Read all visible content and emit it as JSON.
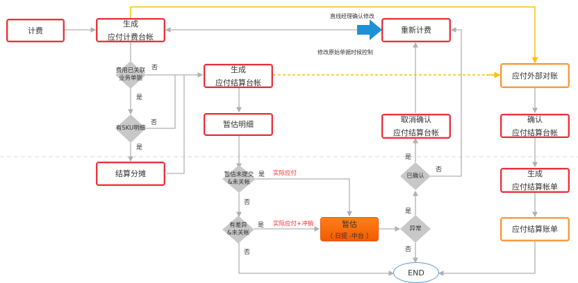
{
  "nodes": {
    "billing": "计费",
    "gen_payable_ledger": [
      "生成",
      "应付计费台帐"
    ],
    "rebill": "重新计费",
    "gen_settle_ledger": [
      "生成",
      "应付结算台帐"
    ],
    "external_reconcile": "应付外部对账",
    "estimate_detail": "暂估明细",
    "cancel_confirm": [
      "取消确认",
      "应付结算台帐"
    ],
    "confirm_ledger": [
      "确认",
      "应付结算台帐"
    ],
    "settle_allocation": "结算分摊",
    "gen_settle_bill": [
      "生成",
      "应付结算帐单"
    ],
    "settle_bill": "应付结算账单",
    "estimate": [
      "暂估",
      "（ 日提 -中台 ）"
    ],
    "end": "END"
  },
  "decisions": {
    "linked_docs": [
      "费用已关联",
      "业务单据"
    ],
    "has_sku": "有SKU明细",
    "unsubmitted": [
      "暂估未提交",
      "&未关帐"
    ],
    "has_diff": [
      "有差异",
      "&未关帐"
    ],
    "confirmed": "已确认",
    "abnormal": "异常"
  },
  "labels": {
    "yes": "是",
    "no": "否",
    "actual_payable": "实际应付",
    "actual_payable_offset": "实际应付+冲销",
    "manager_confirm": "直线经理确认修改",
    "modify_control": "修改原始单据时候控制"
  },
  "colors": {
    "red_border": "#e8323c",
    "orange_border": "#f79a3c",
    "estimate_fill": "#f76b0a",
    "yellow_line": "#ffc000",
    "blue_arrow": "#1e90d6",
    "end_border": "#5b9bd5",
    "connector": "#b0b0b0"
  }
}
